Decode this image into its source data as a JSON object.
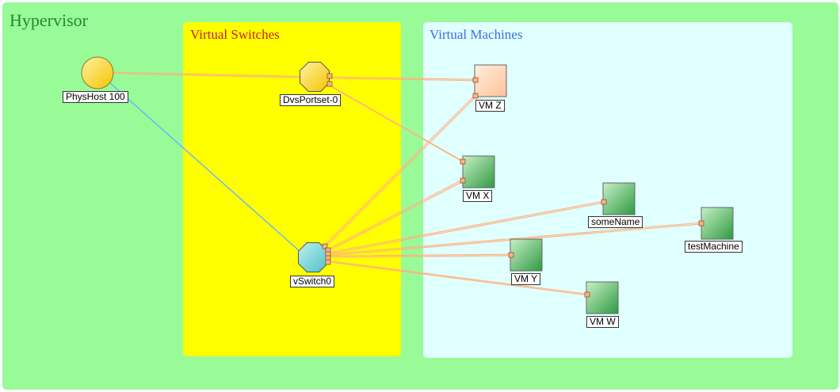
{
  "hypervisor": {
    "title": "Hypervisor",
    "color": "#228b22",
    "bg": "#98fb98"
  },
  "switches_panel": {
    "title": "Virtual Switches",
    "color": "#cc1f1f",
    "bg": "#ffff00"
  },
  "vms_panel": {
    "title": "Virtual Machines",
    "color": "#3b6fe0",
    "bg": "#e0ffff"
  },
  "nodes": {
    "physhost": {
      "label": "PhysHost 100",
      "shape": "circle"
    },
    "dvsportset": {
      "label": "DvsPortset-0",
      "shape": "octagon"
    },
    "vswitch": {
      "label": "vSwitch0",
      "shape": "octagon"
    },
    "vm_z": {
      "label": "VM Z",
      "shape": "square"
    },
    "vm_x": {
      "label": "VM X",
      "shape": "square"
    },
    "somename": {
      "label": "someName",
      "shape": "square"
    },
    "testmachine": {
      "label": "testMachine",
      "shape": "square"
    },
    "vm_y": {
      "label": "VM Y",
      "shape": "square"
    },
    "vm_w": {
      "label": "VM W",
      "shape": "square"
    }
  },
  "links": [
    {
      "from": "physhost",
      "to": "dvsportset",
      "kind": "physical"
    },
    {
      "from": "physhost",
      "to": "vswitch",
      "kind": "uplink"
    },
    {
      "from": "dvsportset",
      "to": "vm_z",
      "kind": "virtual"
    },
    {
      "from": "dvsportset",
      "to": "vm_x",
      "kind": "virtual"
    },
    {
      "from": "vswitch",
      "to": "vm_z",
      "kind": "virtual"
    },
    {
      "from": "vswitch",
      "to": "vm_x",
      "kind": "virtual"
    },
    {
      "from": "vswitch",
      "to": "somename",
      "kind": "virtual"
    },
    {
      "from": "vswitch",
      "to": "testmachine",
      "kind": "virtual"
    },
    {
      "from": "vswitch",
      "to": "vm_y",
      "kind": "virtual"
    },
    {
      "from": "vswitch",
      "to": "vm_w",
      "kind": "virtual"
    }
  ],
  "colors": {
    "link_virtual": "#ffb27f",
    "link_uplink": "#5fb7ff",
    "physhost_fill": "#ffd94a",
    "dvsportset_fill": "#ffd94a",
    "vswitch_fill": "#6fd6d6",
    "vm_z_fill": "#ffd2b5",
    "vm_fill": "#4caf50",
    "port_fill": "#ffb27f"
  }
}
